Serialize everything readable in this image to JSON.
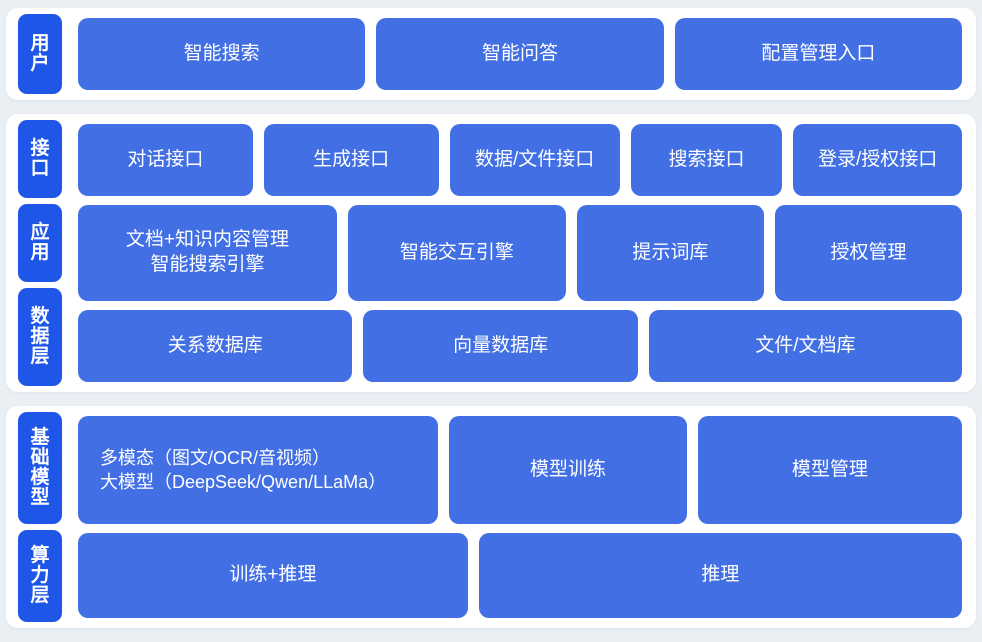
{
  "theme": {
    "page_background": "#eaeff4",
    "card_background": "#ffffff",
    "rail_tab_color": "#1e56e8",
    "node_color": "#4270e4",
    "node_text_color": "#ffffff"
  },
  "sections": [
    {
      "id": "user",
      "rail_tabs": [
        {
          "label": "用户"
        }
      ],
      "rows": [
        {
          "id": "user-entries",
          "nodes": [
            {
              "label": "智能搜索",
              "flex": 1
            },
            {
              "label": "智能问答",
              "flex": 1
            },
            {
              "label": "配置管理入口",
              "flex": 1
            }
          ]
        }
      ]
    },
    {
      "id": "platform",
      "rail_tabs": [
        {
          "label": "接口"
        },
        {
          "label": "应用"
        },
        {
          "label": "数据层"
        }
      ],
      "rows": [
        {
          "id": "interface-row",
          "nodes": [
            {
              "label": "对话接口",
              "flex": 1.03
            },
            {
              "label": "生成接口",
              "flex": 1.03
            },
            {
              "label": "数据/文件接口",
              "flex": 1.0
            },
            {
              "label": "搜索接口",
              "flex": 0.88
            },
            {
              "label": "登录/授权接口",
              "flex": 0.99
            }
          ]
        },
        {
          "id": "application-row",
          "nodes": [
            {
              "label": "文档+知识内容管理\n智能搜索引擎",
              "flex": 1.42
            },
            {
              "label": "智能交互引擎",
              "flex": 1.18
            },
            {
              "label": "提示词库",
              "flex": 1.0
            },
            {
              "label": "授权管理",
              "flex": 1.0
            }
          ]
        },
        {
          "id": "data-row",
          "nodes": [
            {
              "label": "关系数据库",
              "flex": 1.0
            },
            {
              "label": "向量数据库",
              "flex": 1.0
            },
            {
              "label": "文件/文档库",
              "flex": 1.15
            }
          ]
        }
      ]
    },
    {
      "id": "foundation",
      "rail_tabs": [
        {
          "label": "基础模型"
        },
        {
          "label": "算力层"
        }
      ],
      "rows": [
        {
          "id": "model-row",
          "nodes": [
            {
              "label": "多模态（图文/OCR/音视频）\n大模型（DeepSeek/Qwen/LLaMa）",
              "flex": 1.49,
              "style": "multiline-left"
            },
            {
              "label": "模型训练",
              "flex": 1.0
            },
            {
              "label": "模型管理",
              "flex": 1.12
            }
          ]
        },
        {
          "id": "compute-row",
          "nodes": [
            {
              "label": "训练+推理",
              "flex": 1.0
            },
            {
              "label": "推理",
              "flex": 1.25
            }
          ]
        }
      ]
    }
  ]
}
